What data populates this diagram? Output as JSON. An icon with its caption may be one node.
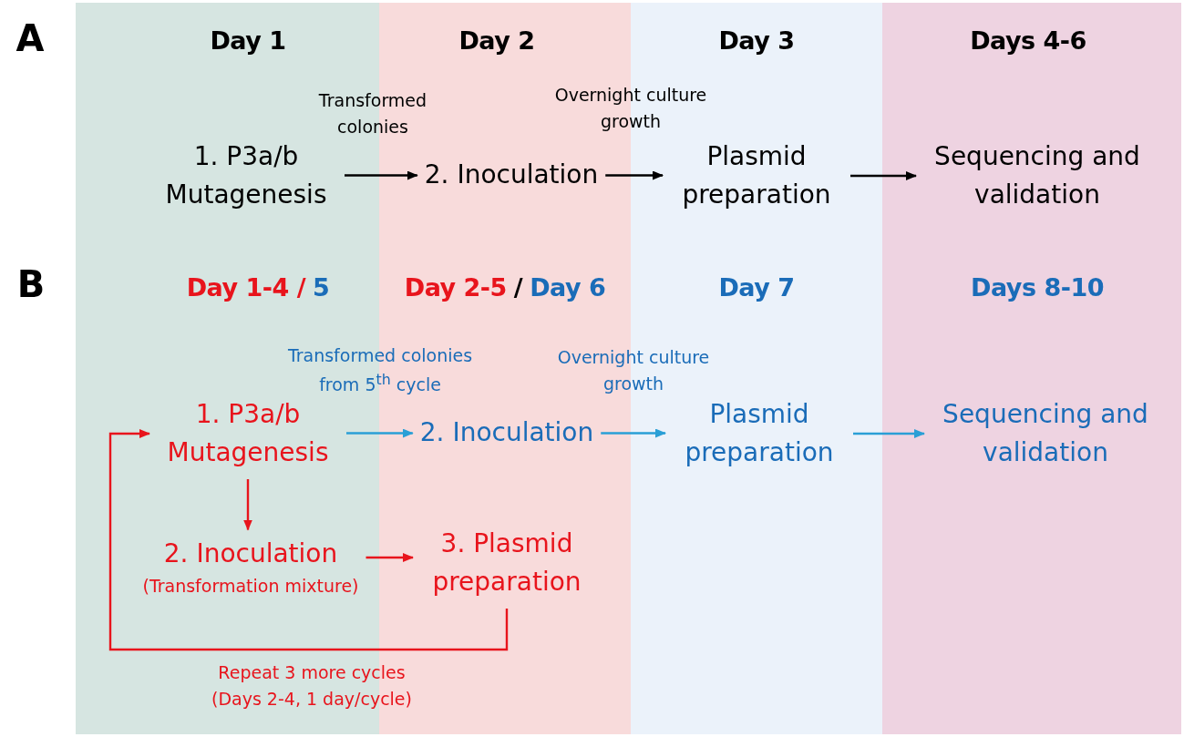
{
  "diagram": {
    "nodes": [
      {
        "text": [
          "Day 1",
          "Day 1-4 /",
          "5"
        ]
      },
      {
        "text": [
          "Day 2",
          "Day 2-5",
          "/",
          "Day 6"
        ]
      },
      {
        "text": [
          "Day 3",
          "Day 7"
        ]
      },
      {
        "text": [
          "Days 4-6",
          "Days 8-10"
        ]
      },
      {
        "text": [
          "1. P3a/b Mutagenesis"
        ],
        "in": 0
      },
      {
        "text": [
          "2. Inoculation"
        ],
        "in": 1
      },
      {
        "text": [
          "Plasmid preparation"
        ],
        "in": 2
      },
      {
        "text": [
          "Sequencing and validation"
        ],
        "in": 3
      },
      {
        "text": [
          "1. P3a/b Mutagenesis"
        ],
        "in": 0
      },
      {
        "text": [
          "2. Inoculation"
        ],
        "in": 1
      },
      {
        "text": [
          "Plasmid preparation"
        ],
        "in": 2
      },
      {
        "text": [
          "Sequencing and validation"
        ],
        "in": 3
      },
      {
        "text": [
          "2. Inoculation",
          "(Transformation mixture)"
        ],
        "in": 0
      },
      {
        "text": [
          "3. Plasmid preparation"
        ],
        "in": 1
      }
    ],
    "edges": [
      {
        "from": 4,
        "to": 5,
        "arrow": "to",
        "label": "Transformed colonies"
      },
      {
        "from": 5,
        "to": 6,
        "arrow": "to",
        "label": "Overnight culture growth"
      },
      {
        "from": 6,
        "to": 7,
        "arrow": "to"
      },
      {
        "from": 8,
        "to": 9,
        "arrow": "to",
        "label": "Transformed colonies from 5$^{th}$ cycle",
        "color": "#2a9fd6"
      },
      {
        "from": 9,
        "to": 10,
        "arrow": "to",
        "label": "Overnight culture growth",
        "color": "#2a9fd6"
      },
      {
        "from": 10,
        "to": 11,
        "arrow": "to",
        "color": "#2a9fd6"
      },
      {
        "from": 8,
        "to": 12,
        "arrow": "to",
        "color": "#e8141c"
      },
      {
        "from": 12,
        "to": 13,
        "arrow": "to",
        "color": "#e8141c"
      },
      {
        "from": 13,
        "to": 8,
        "arrow": "to",
        "label": "Repeat 3 more cycles (Days 2-4, 1 day/cycle)",
        "color": "#e8141c"
      }
    ],
    "labels": [
      "A",
      "B"
    ]
  }
}
